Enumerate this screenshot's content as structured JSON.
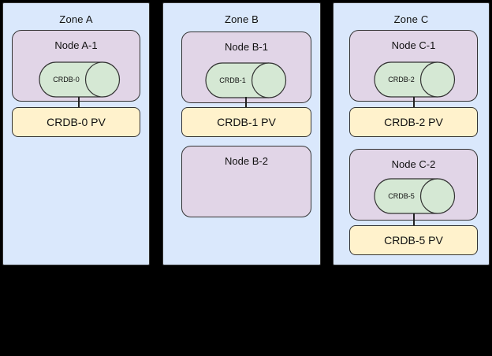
{
  "canvas": {
    "background": "#000000"
  },
  "colors": {
    "zone_fill": "#dae8fc",
    "node_fill": "#e1d5e7",
    "db_fill": "#d5e8d4",
    "pv_fill": "#fff2cc",
    "stroke": "#333333"
  },
  "zones": [
    {
      "label": "Zone A",
      "nodes": [
        {
          "label": "Node A-1",
          "db": "CRDB-0",
          "pv": "CRDB-0 PV"
        }
      ]
    },
    {
      "label": "Zone B",
      "nodes": [
        {
          "label": "Node B-1",
          "db": "CRDB-1",
          "pv": "CRDB-1 PV"
        },
        {
          "label": "Node B-2"
        }
      ]
    },
    {
      "label": "Zone C",
      "nodes": [
        {
          "label": "Node C-1",
          "db": "CRDB-2",
          "pv": "CRDB-2 PV"
        },
        {
          "label": "Node C-2",
          "db": "CRDB-5",
          "pv": "CRDB-5 PV"
        }
      ]
    }
  ]
}
